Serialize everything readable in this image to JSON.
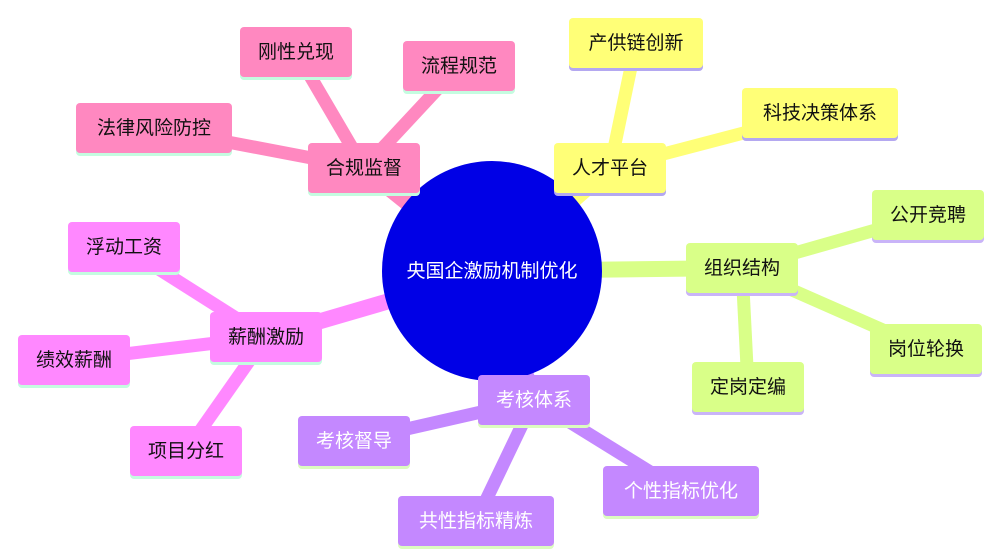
{
  "center": {
    "label": "央国企激励机制优化",
    "color": "#0000e6"
  },
  "branches": [
    {
      "id": "compliance",
      "label": "合规监督",
      "color": "#ff88c0",
      "underline": "#c4fce0",
      "text_color": "#111111",
      "children": [
        {
          "label": "刚性兑现"
        },
        {
          "label": "流程规范"
        },
        {
          "label": "法律风险防控"
        }
      ]
    },
    {
      "id": "talent",
      "label": "人才平台",
      "color": "#ffff77",
      "underline": "#b4a8f0",
      "text_color": "#111111",
      "children": [
        {
          "label": "产供链创新"
        },
        {
          "label": "科技决策体系"
        }
      ]
    },
    {
      "id": "org",
      "label": "组织结构",
      "color": "#d9ff88",
      "underline": "#c9b4f8",
      "text_color": "#111111",
      "children": [
        {
          "label": "公开竞聘"
        },
        {
          "label": "岗位轮换"
        },
        {
          "label": "定岗定编"
        }
      ]
    },
    {
      "id": "salary",
      "label": "薪酬激励",
      "color": "#ff88ff",
      "underline": "#c4fce0",
      "text_color": "#111111",
      "children": [
        {
          "label": "浮动工资"
        },
        {
          "label": "绩效薪酬"
        },
        {
          "label": "项目分红"
        }
      ]
    },
    {
      "id": "assessment",
      "label": "考核体系",
      "color": "#c488ff",
      "underline": "#dcfcc0",
      "text_color": "#ffffff",
      "children": [
        {
          "label": "考核督导"
        },
        {
          "label": "共性指标精炼"
        },
        {
          "label": "个性指标优化"
        }
      ]
    }
  ]
}
